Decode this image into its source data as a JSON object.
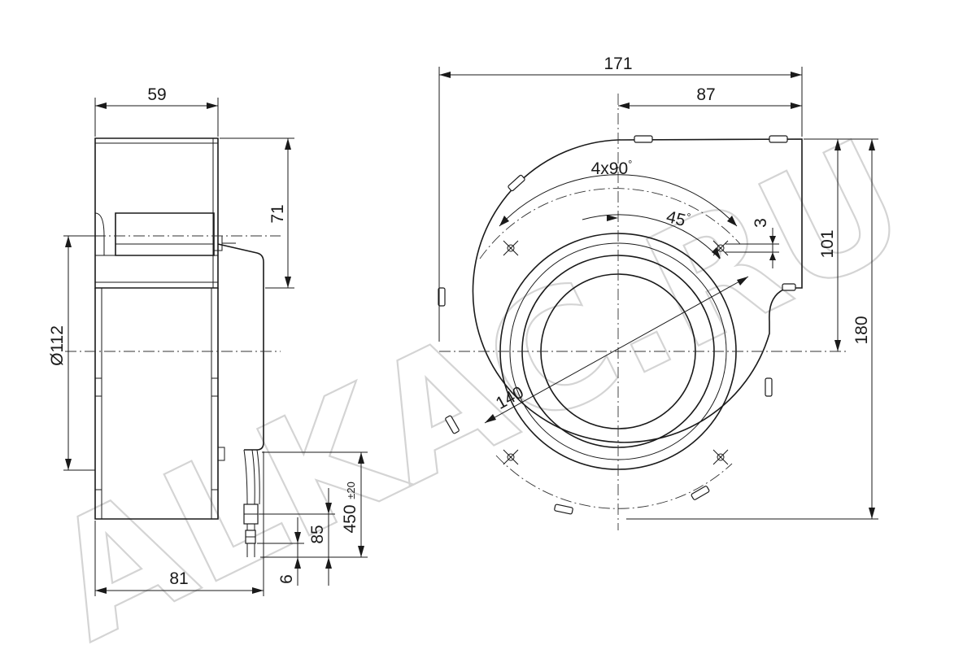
{
  "watermark": "ALKAC.RU",
  "side_view": {
    "width_top": "59",
    "height_71": "71",
    "diameter": "Ø112",
    "width_bottom": "81",
    "cable_length": "450",
    "cable_tolerance": "±20",
    "dim_85": "85",
    "dim_6": "6"
  },
  "front_view": {
    "width_total": "171",
    "width_right": "87",
    "angle_4x90": "4x90",
    "angle_45": "45",
    "deg_symbol": "°",
    "dim_3": "3",
    "height_101": "101",
    "height_180": "180",
    "diameter_140": "140"
  }
}
